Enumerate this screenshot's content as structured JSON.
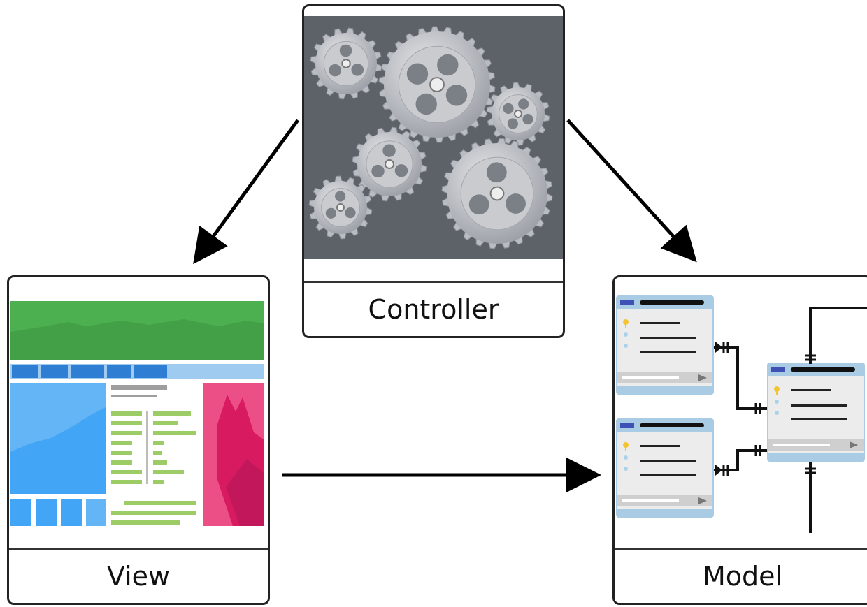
{
  "boxes": {
    "controller": "Controller",
    "view": "View",
    "model": "Model"
  },
  "colors": {
    "gear_bg": "#5d6168",
    "view_header": "#4caf50",
    "view_nav": "#2e7fd3",
    "view_chart": "#42a5f5",
    "view_list": "#9ccc65",
    "view_panel": "#e84a7e",
    "model_table_header": "#a9cbe4",
    "model_table_body": "#ececec",
    "arrow": "#000000"
  },
  "icons": [
    "gears-icon",
    "web-page-wireframe-icon",
    "database-tables-icon",
    "key-icon"
  ]
}
